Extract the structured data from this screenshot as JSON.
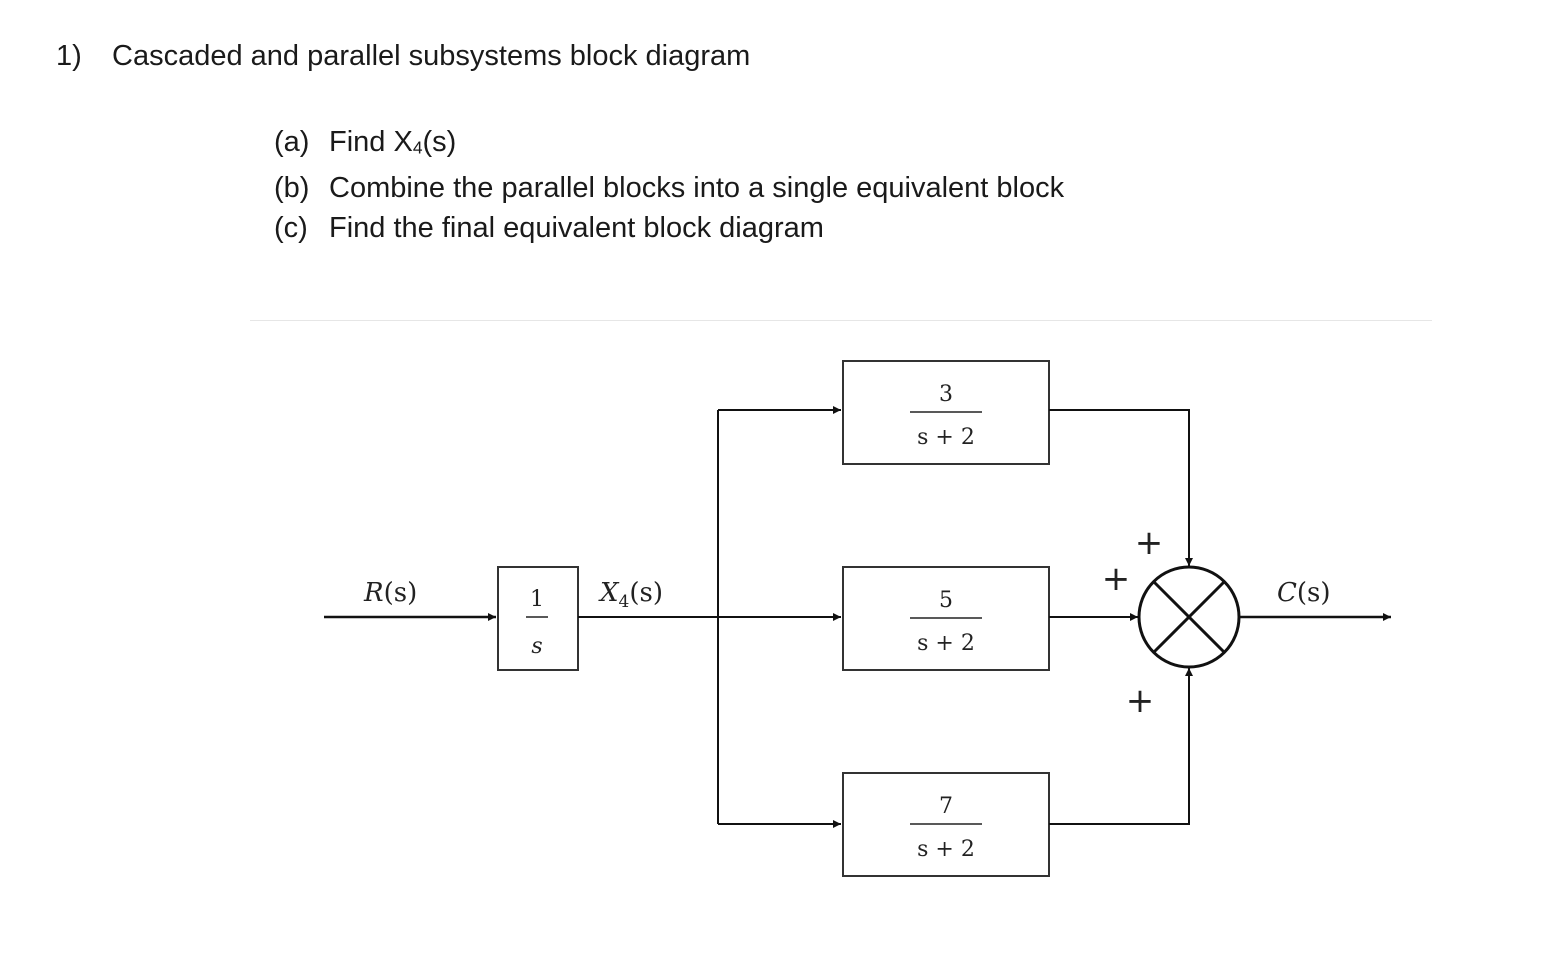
{
  "problem": {
    "number": "1)",
    "title": "Cascaded and parallel subsystems block diagram",
    "parts": [
      {
        "label": "(a)",
        "text_prefix": "Find X",
        "text_sub": "4",
        "text_suffix": "(s)"
      },
      {
        "label": "(b)",
        "text": "Combine the parallel blocks into a single equivalent block"
      },
      {
        "label": "(c)",
        "text": "Find the final equivalent block diagram"
      }
    ]
  },
  "diagram": {
    "input_label_var": "R",
    "input_label_arg": "(s)",
    "integrator": {
      "num": "1",
      "den": "s"
    },
    "intermediate_label_var": "X",
    "intermediate_label_sub": "4",
    "intermediate_label_arg": "(s)",
    "blocks": [
      {
        "num": "3",
        "den": "s + 2"
      },
      {
        "num": "5",
        "den": "s + 2"
      },
      {
        "num": "7",
        "den": "s + 2"
      }
    ],
    "junction_signs": {
      "top": "+",
      "left": "+",
      "bottom": "+"
    },
    "output_label_var": "C",
    "output_label_arg": "(s)"
  }
}
